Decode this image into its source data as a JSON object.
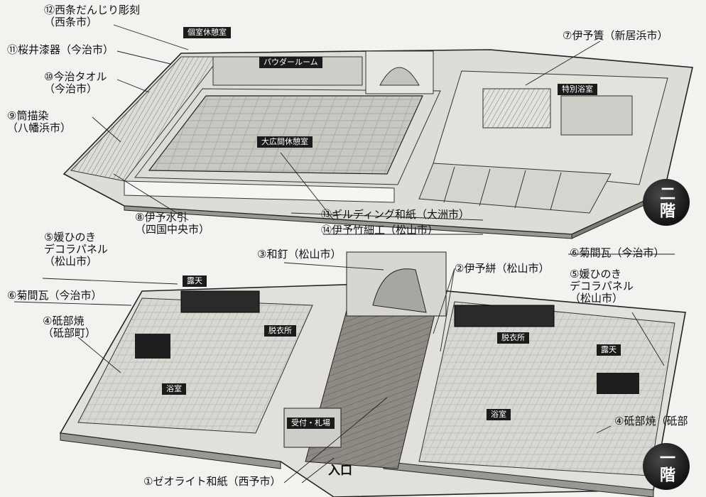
{
  "floor_badges": {
    "second": "二階",
    "first": "一階"
  },
  "entrance": "入口",
  "rooms": {
    "private_rest": "個室休憩室",
    "powder_room": "パウダールーム",
    "special_bath": "特別浴室",
    "hall_rest": "大広間休憩室",
    "rotenburo_left": "露天",
    "rotenburo_right": "露天",
    "dressing_left": "脱衣所",
    "dressing_right": "脱衣所",
    "bath_left": "浴室",
    "bath_right": "浴室",
    "reception": "受付・札場"
  },
  "labels": {
    "l12": "⑫西条だんじり彫刻\n（西条市）",
    "l11": "⑪桜井漆器（今治市）",
    "l10": "⑩今治タオル\n（今治市）",
    "l9": "⑨筒描染\n（八幡浜市）",
    "l7": "⑦伊予簀（新居浜市）",
    "l8": "⑧伊予水引\n（四国中央市）",
    "l13": "⑬ギルディング和紙（大洲市）",
    "l14": "⑭伊予竹細工（松山市）",
    "l5a": "⑤媛ひのき\nデコラパネル\n（松山市）",
    "l3": "③和釘（松山市）",
    "l2": "②伊予絣（松山市）",
    "l6b": "⑥菊間瓦（今治市）",
    "l5b": "⑤媛ひのき\nデコラパネル\n（松山市）",
    "l6a": "⑥菊間瓦（今治市）",
    "l4a": "④砥部焼\n（砥部町）",
    "l4b": "④砥部焼（砥部",
    "l1": "①ゼオライト和紙（西予市）"
  }
}
